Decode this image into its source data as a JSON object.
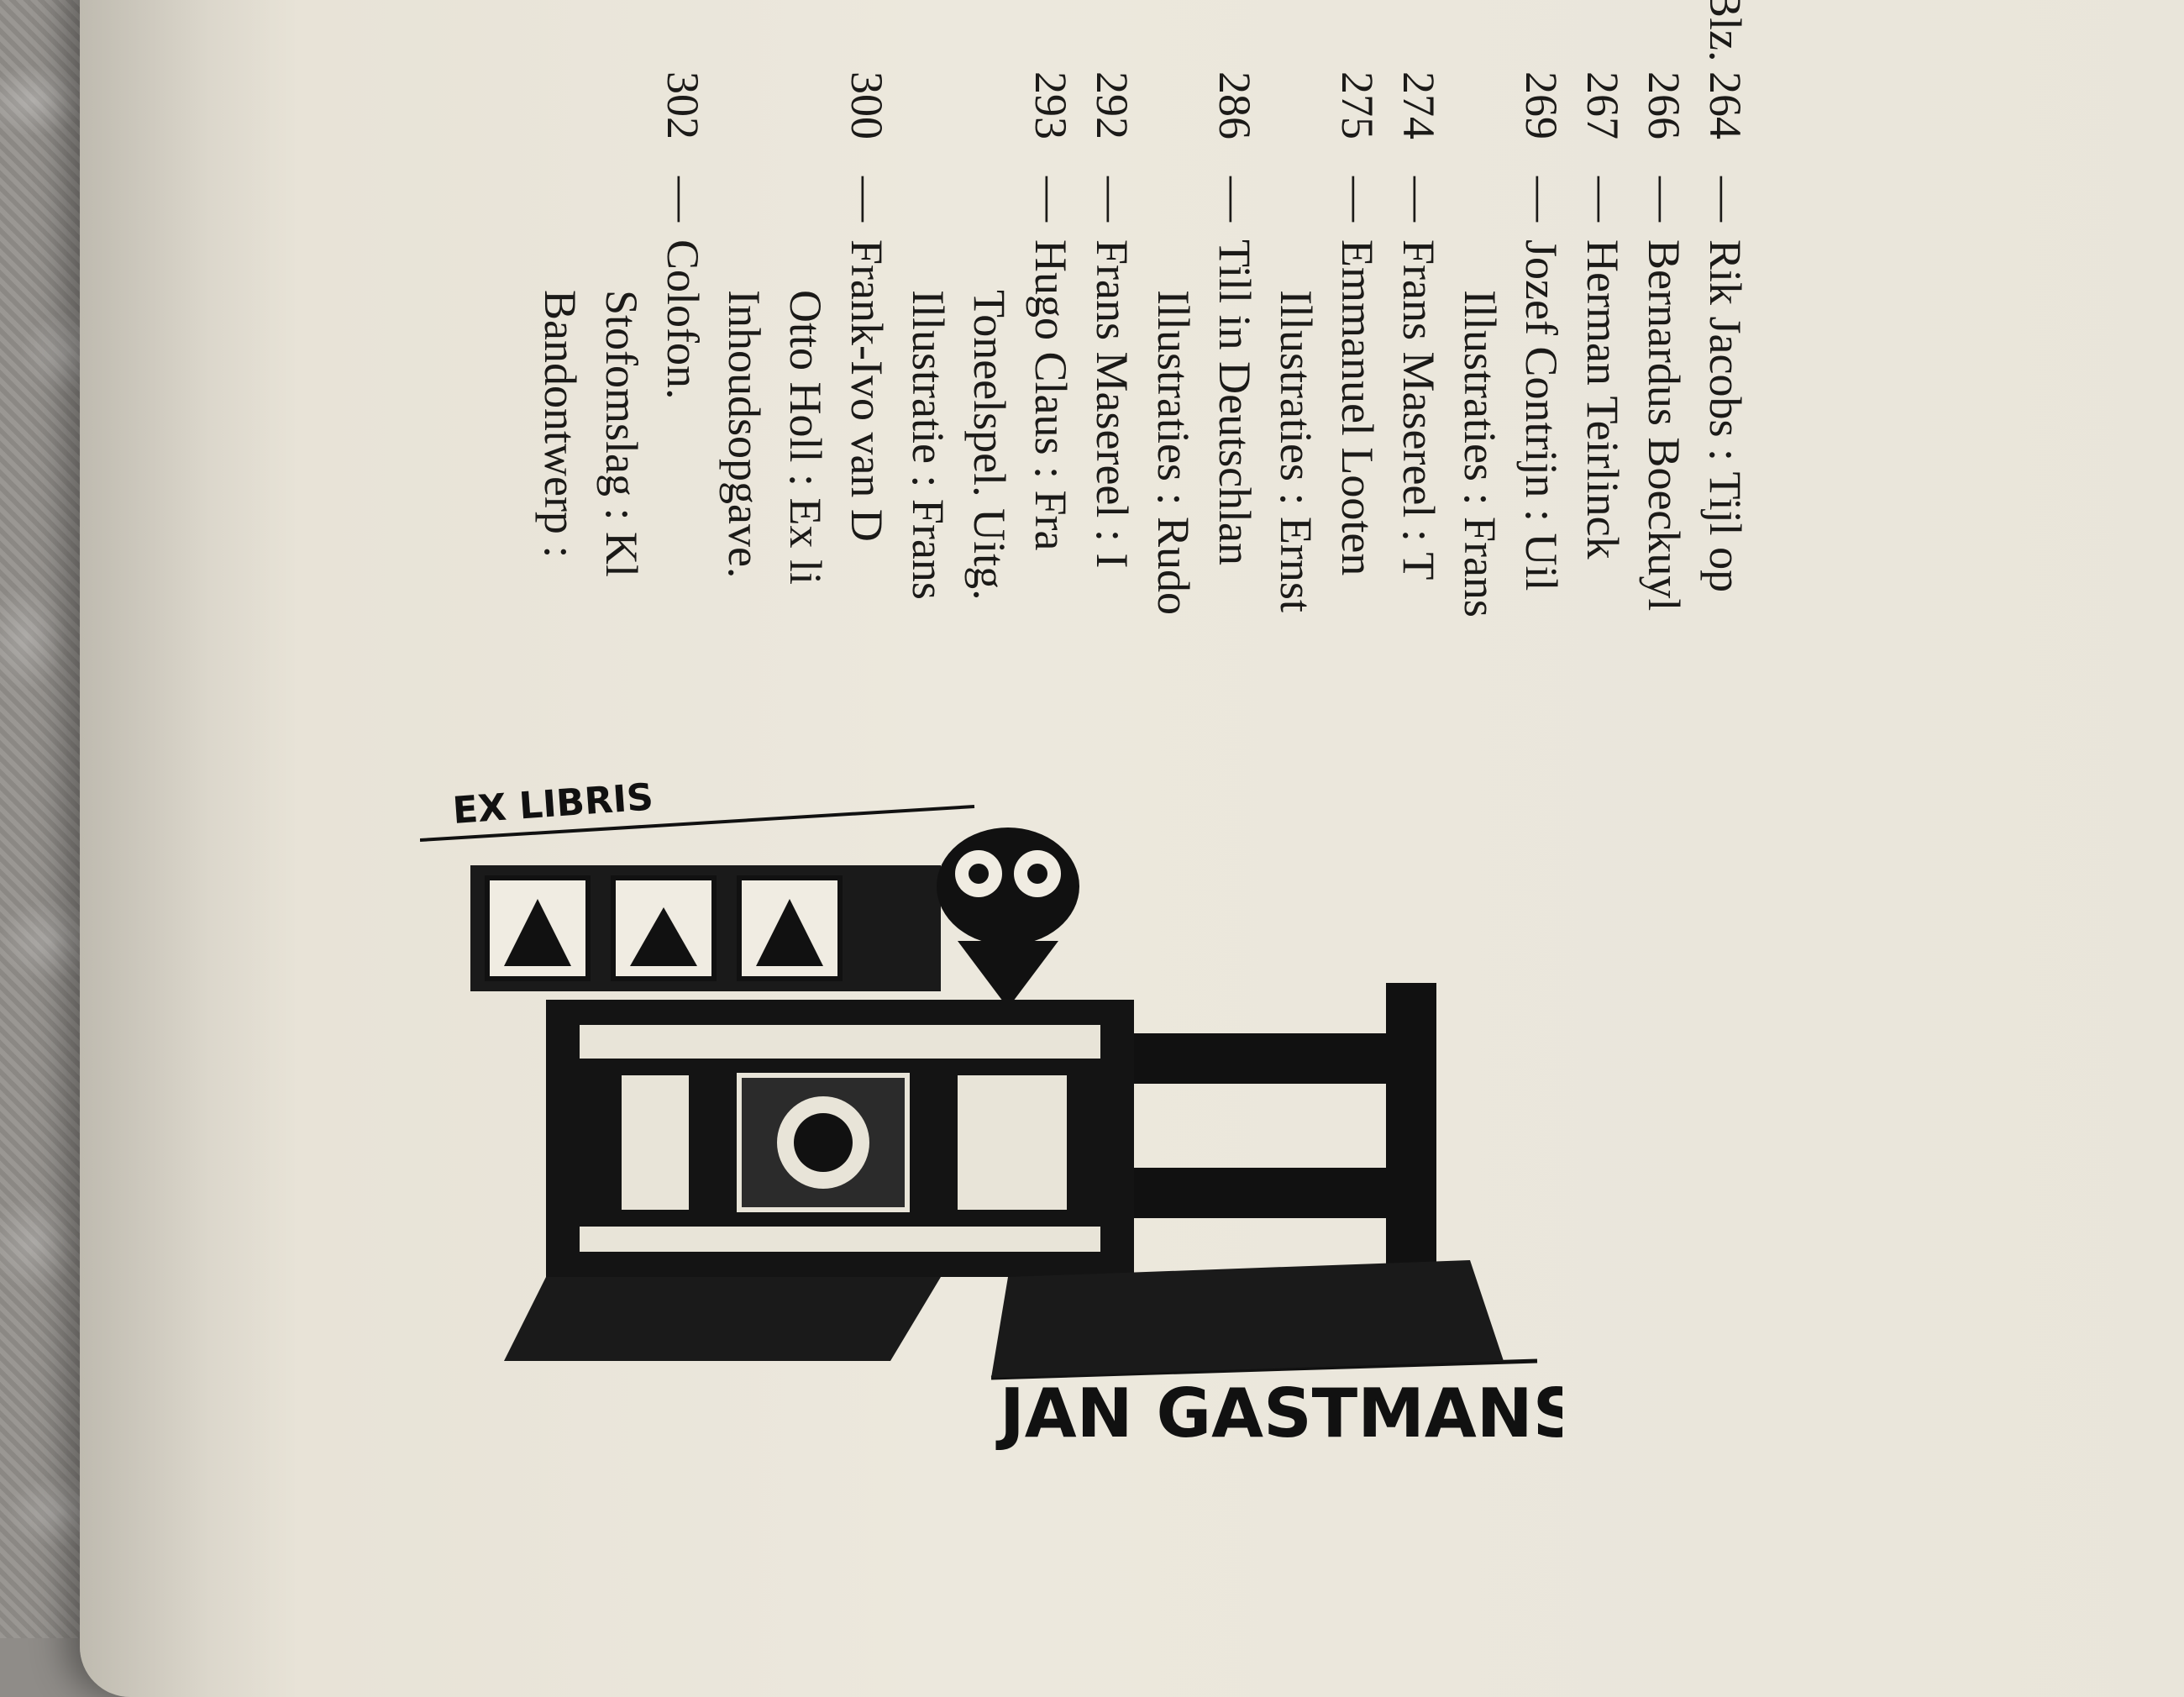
{
  "page": {
    "blz_label": "Blz.",
    "toc": [
      {
        "page": "264",
        "text": "Rik Jacobs : Tijl op"
      },
      {
        "page": "266",
        "text": "Bernardus Boeckuyl"
      },
      {
        "page": "267",
        "text": "Herman Teirlinck"
      },
      {
        "page": "269",
        "text": "Jozef Contrijn : Uil"
      },
      {
        "page": "",
        "text": "Illustraties : Frans"
      },
      {
        "page": "274",
        "text": "Frans Masereel : T"
      },
      {
        "page": "275",
        "text": "Emmanuel Looten"
      },
      {
        "page": "",
        "text": "Illustraties : Ernst"
      },
      {
        "page": "286",
        "text": "Till in Deutschlan"
      },
      {
        "page": "",
        "text": "Illustraties : Rudo"
      },
      {
        "page": "292",
        "text": "Frans Masereel : I"
      },
      {
        "page": "293",
        "text": "Hugo Claus : Fra"
      },
      {
        "page": "",
        "text": "Toneelspel. Uitg."
      },
      {
        "page": "",
        "text": "Illustratie : Frans"
      },
      {
        "page": "300",
        "text": "Frank-Ivo van D"
      },
      {
        "page": "",
        "text": "Otto Holl : Ex li"
      },
      {
        "page": "",
        "text": "Inhoudsopgave."
      },
      {
        "page": "302",
        "text": "Colofon."
      },
      {
        "page": "",
        "text": "Stofomslag : Kl"
      },
      {
        "page": "",
        "text": "Bandontwerp :"
      }
    ]
  },
  "bookplate": {
    "ex_libris": "EX LIBRIS",
    "artist": "JAN GASTMANS"
  },
  "colors": {
    "paper": "#ece8dd",
    "ink": "#1b1a18",
    "fabric": "#8f8c88"
  }
}
